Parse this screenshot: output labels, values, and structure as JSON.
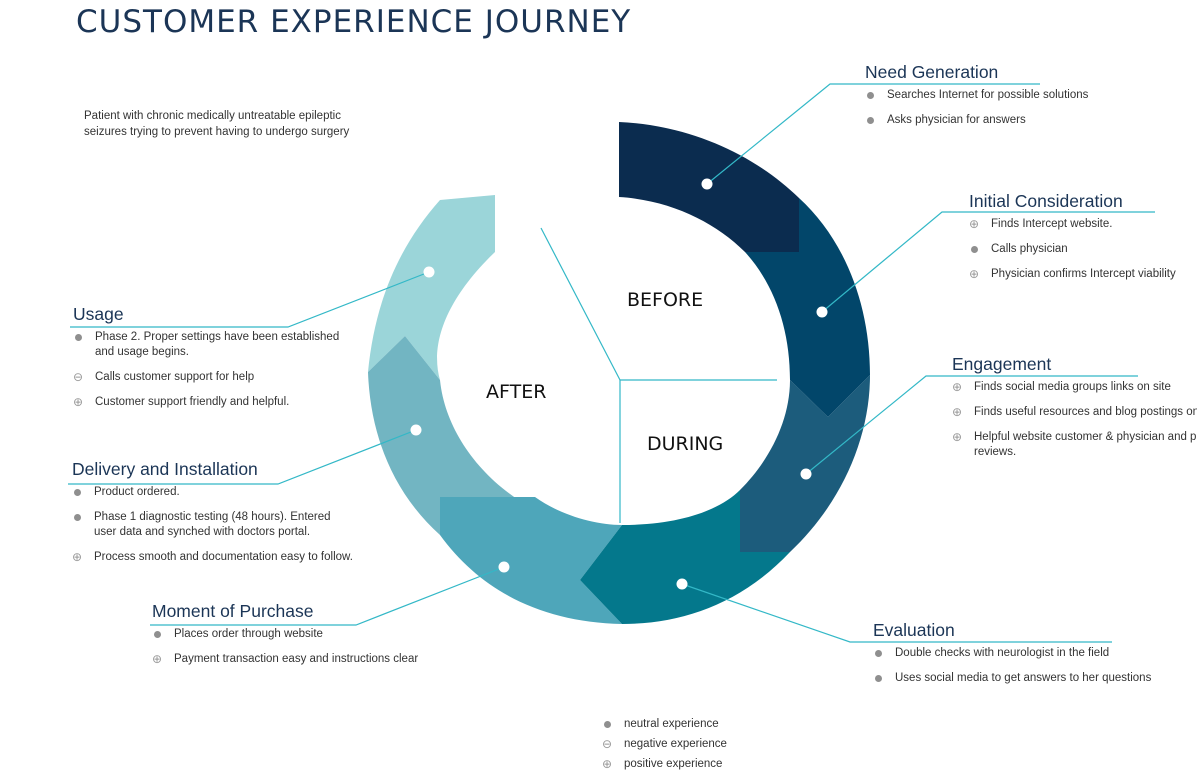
{
  "title": "CUSTOMER EXPERIENCE JOURNEY",
  "intro": "Patient with chronic medically untreatable epileptic seizures trying to prevent having to undergo surgery",
  "segments": {
    "before": "BEFORE",
    "during": "DURING",
    "after": "AFTER"
  },
  "colors": {
    "need_generation": "#0b2c4f",
    "initial_consideration": "#02466a",
    "engagement": "#1c5c7c",
    "evaluation": "#04788c",
    "moment_of_purchase": "#4ea6ba",
    "delivery": "#72b5c2",
    "usage": "#9bd5d9",
    "connector": "#33b8c7",
    "title": "#1b3556"
  },
  "stages": {
    "need_generation": {
      "title": "Need Generation",
      "items": [
        {
          "type": "neutral",
          "text": "Searches Internet for possible solutions"
        },
        {
          "type": "neutral",
          "text": "Asks physician for answers"
        }
      ]
    },
    "initial_consideration": {
      "title": "Initial Consideration",
      "items": [
        {
          "type": "positive",
          "text": "Finds Intercept website."
        },
        {
          "type": "neutral",
          "text": "Calls physician"
        },
        {
          "type": "positive",
          "text": "Physician confirms Intercept viability"
        }
      ]
    },
    "engagement": {
      "title": "Engagement",
      "items": [
        {
          "type": "positive",
          "text": "Finds social media groups links on site"
        },
        {
          "type": "positive",
          "text": "Finds useful resources and blog postings on site"
        },
        {
          "type": "positive",
          "text": "Helpful website customer & physician and product reviews."
        }
      ]
    },
    "evaluation": {
      "title": "Evaluation",
      "items": [
        {
          "type": "neutral",
          "text": "Double checks with neurologist in the field"
        },
        {
          "type": "neutral",
          "text": "Uses social media to get answers to her questions"
        }
      ]
    },
    "moment_of_purchase": {
      "title": "Moment of Purchase",
      "items": [
        {
          "type": "neutral",
          "text": "Places order through website"
        },
        {
          "type": "positive",
          "text": "Payment transaction easy and instructions clear"
        }
      ]
    },
    "delivery": {
      "title": "Delivery and Installation",
      "items": [
        {
          "type": "neutral",
          "text": "Product ordered."
        },
        {
          "type": "neutral",
          "text": "Phase 1 diagnostic testing (48 hours). Entered user data and synched with doctors portal."
        },
        {
          "type": "positive",
          "text": "Process smooth and documentation easy to follow."
        }
      ]
    },
    "usage": {
      "title": "Usage",
      "items": [
        {
          "type": "neutral",
          "text": "Phase 2. Proper settings have been established and usage begins."
        },
        {
          "type": "negative",
          "text": "Calls customer support for help"
        },
        {
          "type": "positive",
          "text": "Customer support friendly and helpful."
        }
      ]
    }
  },
  "legend": [
    {
      "type": "neutral",
      "text": "neutral experience"
    },
    {
      "type": "negative",
      "text": "negative experience"
    },
    {
      "type": "positive",
      "text": "positive experience"
    }
  ]
}
